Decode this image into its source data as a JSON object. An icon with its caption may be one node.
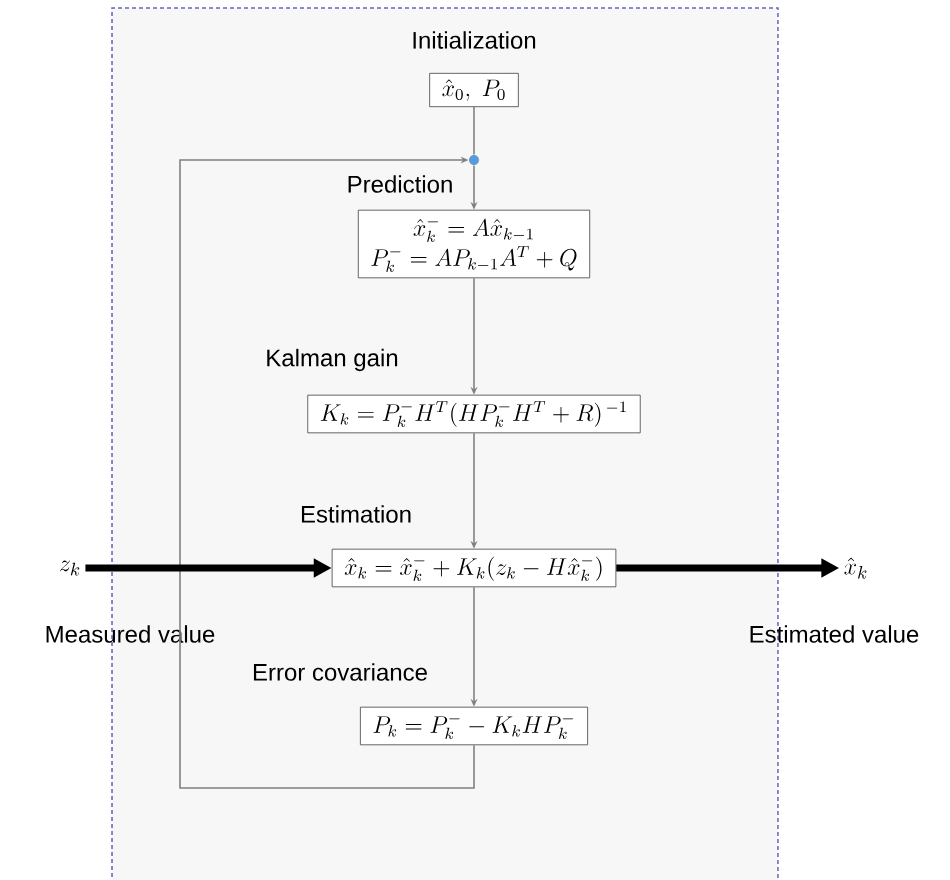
{
  "diagram": {
    "nodes": [
      {
        "text": [],
        "shape": "box"
      },
      {
        "text": [
          "Initialization",
          "\\hat{x}_0,\\ P_0"
        ],
        "in": 0
      },
      {
        "text": [],
        "shape": "circle",
        "in": 0
      },
      {
        "text": [
          "Prediction",
          "\\hat{x}_k^- = A\\hat{x}_{k-1}",
          "P_k^- = AP_{k-1}A^T + Q"
        ],
        "in": 0
      },
      {
        "text": [
          "Kalman gain",
          "K_k = P_k^- H^T (HP_k^- H^T + R)^{\\,-1}"
        ],
        "in": 0
      },
      {
        "text": [
          "Estimation",
          "\\hat{x}_k = \\hat{x}_k^- + K_k(z_k - H\\hat{x}_k^-)"
        ],
        "in": 0
      },
      {
        "text": [
          "Error covariance",
          "P_k = P_k^- - K_k H P_k^-"
        ],
        "in": 0
      },
      {
        "text": [
          "z_k"
        ],
        "beside": [
          "Measured value"
        ]
      },
      {
        "text": [
          "\\hat{x}_k"
        ],
        "beside": [
          "Estimated value"
        ]
      }
    ],
    "edges": [
      {
        "from": 1,
        "to": 2,
        "arrow": "none"
      },
      {
        "from": 2,
        "to": 3,
        "arrow": "to"
      },
      {
        "from": 3,
        "to": 4,
        "arrow": "to"
      },
      {
        "from": 4,
        "to": 5,
        "arrow": "to"
      },
      {
        "from": 5,
        "to": 6,
        "arrow": "to"
      },
      {
        "from": 6,
        "to": 2,
        "arrow": "to"
      },
      {
        "from": 7,
        "to": 5,
        "arrow": "to",
        "style": "thick",
        "color": "#000000"
      },
      {
        "from": 5,
        "to": 8,
        "arrow": "to",
        "style": "thick",
        "color": "#000000"
      }
    ]
  }
}
